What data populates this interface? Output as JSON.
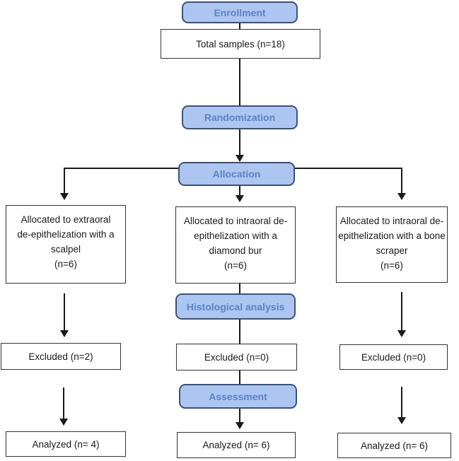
{
  "colors": {
    "stage_fill": "#adc6f1",
    "stage_border": "#3d5176",
    "stage_text": "#5b82c6",
    "box_fill": "#ffffff",
    "box_border": "#333333",
    "connector": "#1a1a1a"
  },
  "stages": {
    "enrollment": "Enrollment",
    "randomization": "Randomization",
    "allocation": "Allocation",
    "histological_analysis": "Histological analysis",
    "assessment": "Assessment"
  },
  "boxes": {
    "total_samples": "Total samples (n=18)",
    "allocated_scalpel": [
      "Allocated to extraoral",
      "de-epithelization with a",
      "scalpel",
      "(n=6)"
    ],
    "allocated_diamond_bur": [
      "Allocated to intraoral de-",
      "epithelization with a",
      "diamond bur",
      "(n=6)"
    ],
    "allocated_bone_scraper": [
      "Allocated to intraoral de-",
      "epithelization with a bone",
      "scraper",
      "(n=6)"
    ],
    "excluded_scalpel": "Excluded (n=2)",
    "excluded_diamond_bur": "Excluded (n=0)",
    "excluded_bone_scraper": "Excluded (n=0)",
    "analyzed_scalpel": "Analyzed (n= 4)",
    "analyzed_diamond_bur": "Analyzed (n= 6)",
    "analyzed_bone_scraper": "Analyzed (n= 6)"
  }
}
